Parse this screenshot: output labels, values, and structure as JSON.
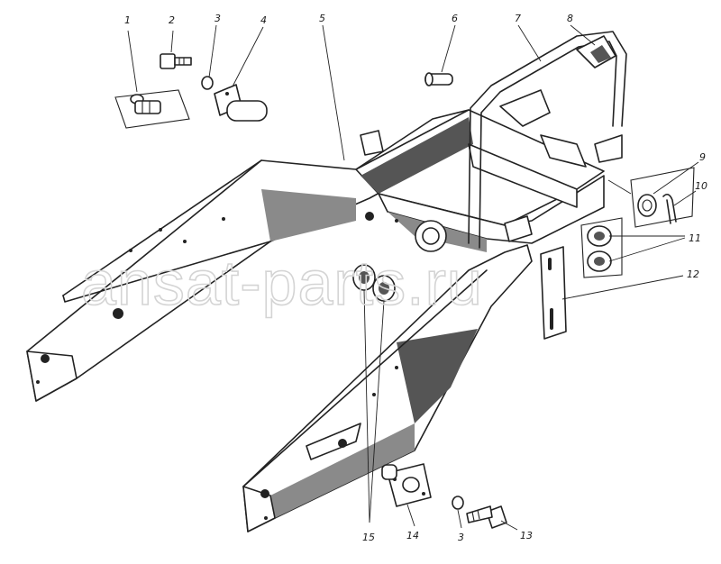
{
  "watermark": "ansat-parts.ru",
  "callouts": {
    "c1": "1",
    "c2": "2",
    "c3a": "3",
    "c3b": "3",
    "c4": "4",
    "c5": "5",
    "c6": "6",
    "c7": "7",
    "c8": "8",
    "c9": "9",
    "c10": "10",
    "c11": "11",
    "c12": "12",
    "c13": "13",
    "c14": "14",
    "c15": "15"
  },
  "colors": {
    "ink": "#222222",
    "shade": "#555555",
    "watermark": "#d4d4d4",
    "paper": "#ffffff"
  }
}
